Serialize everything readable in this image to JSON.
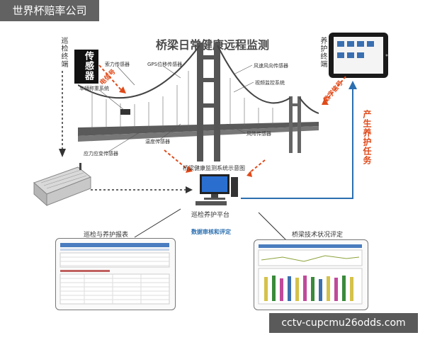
{
  "corner_badge": "世界杯赔率公司",
  "watermark": "cctv-cupcmu26odds.com",
  "title": "桥梁日常健康远程监测",
  "left_terminal": "巡检终端",
  "right_terminal": "养护终端",
  "sensor_box": "传感器",
  "sensor_labels": {
    "cable_force": "索力传感器",
    "gps": "GPS位移传感器",
    "vehicle": "车辆称重系统",
    "wind": "风速风向传感器",
    "video": "视频监控系统",
    "temperature": "温度传感器",
    "strain": "应力应变传感器",
    "wind2": "风阵传感器"
  },
  "diag_labels": {
    "electrical_signal": "电信号",
    "digital_signal": "数字信号"
  },
  "generate_task": "产生养护任务",
  "schematic_label": "桥梁健康监测系统示意图",
  "platform_label": "巡检养护平台",
  "data_review": "数据审核和评定",
  "left_panel_label": "巡检与养护报表",
  "right_panel_label": "桥梁技术状况评定",
  "colors": {
    "accent_red": "#e04a1a",
    "blue": "#2b6fb0",
    "bridge_gray": "#555555"
  }
}
